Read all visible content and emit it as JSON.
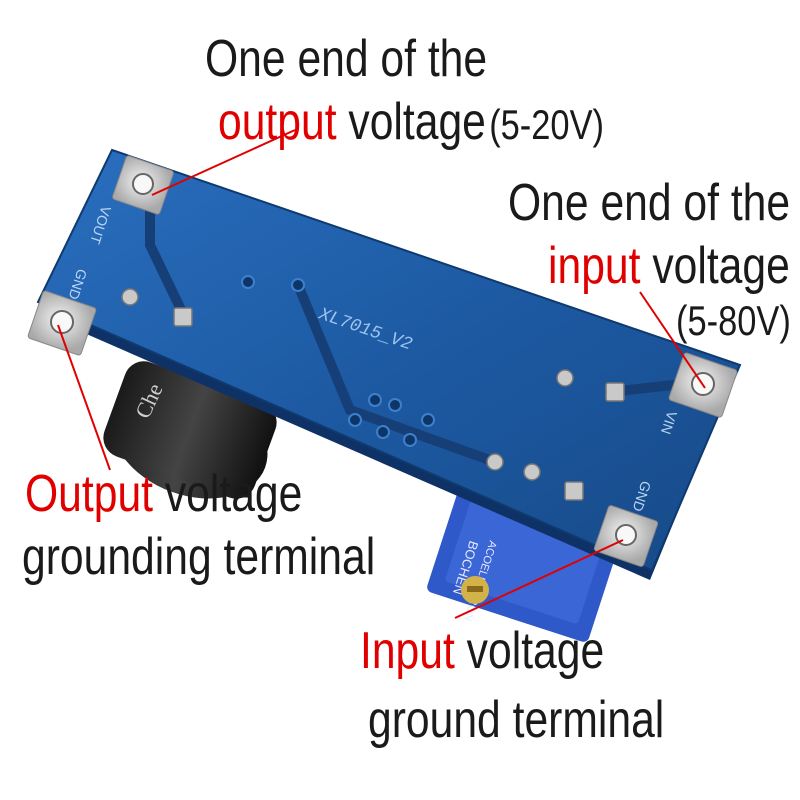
{
  "board": {
    "silkscreen": "XL7015_V2",
    "pin_out": "VOUT",
    "pin_gnd_left": "GND",
    "pin_in": "VIN",
    "pin_gnd_right": "GND",
    "pot_text": "BOCHEN",
    "pot_text2": "ACOELECTRON",
    "cap_text": "Che"
  },
  "colors": {
    "highlight": "#e00000",
    "pcb": "#1f5fa8",
    "leader": "#e00000"
  },
  "labels": {
    "out_plus": {
      "line1": "One end of the",
      "hl": "output",
      "rest": " voltage",
      "range": "(5-20V)"
    },
    "in_plus": {
      "line1": "One end of the",
      "hl": "input",
      "rest": " voltage",
      "range": "(5-80V)"
    },
    "out_gnd": {
      "hl": "Output",
      "rest": " voltage",
      "line2": "grounding terminal"
    },
    "in_gnd": {
      "hl": "Input",
      "rest": " voltage",
      "line2": "ground terminal"
    }
  }
}
